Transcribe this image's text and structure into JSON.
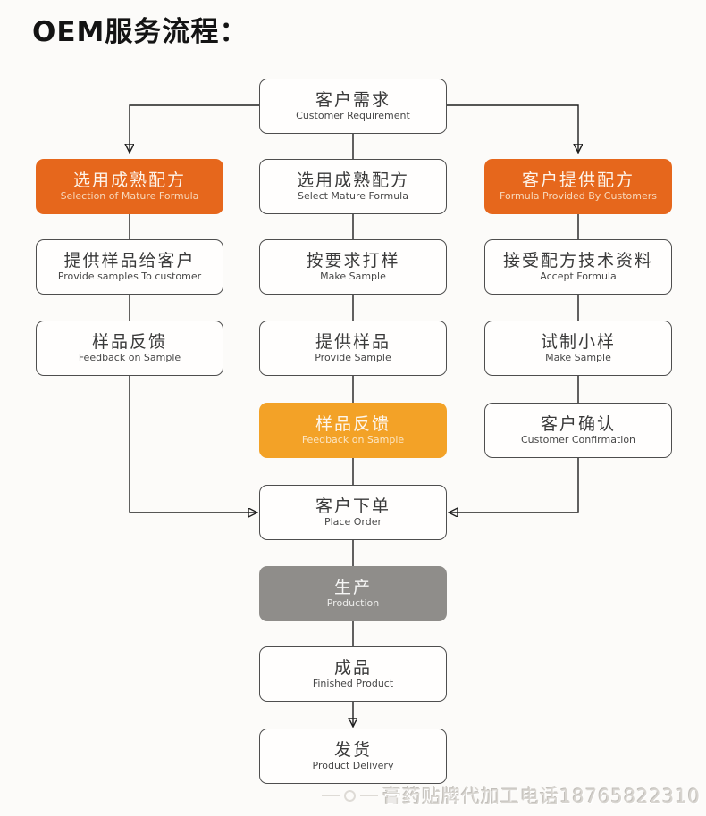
{
  "title": "OEM服务流程：",
  "watermark": "膏药贴牌代加工电话18765822310",
  "colors": {
    "box_orange": "#e6671c",
    "box_gold": "#f3a227",
    "box_gray": "#8f8d8a",
    "line": "#1f1f1f"
  },
  "nodes": {
    "customer_requirement": {
      "zh": "客户需求",
      "en": "Customer Requirement"
    },
    "select_mature_formula_left": {
      "zh": "选用成熟配方",
      "en": "Selection of Mature Formula"
    },
    "select_mature_formula_mid": {
      "zh": "选用成熟配方",
      "en": "Select Mature Formula"
    },
    "formula_by_customer": {
      "zh": "客户提供配方",
      "en": "Formula Provided By Customers"
    },
    "provide_samples_to_customer": {
      "zh": "提供样品给客户",
      "en": "Provide samples To customer"
    },
    "make_sample_mid": {
      "zh": "按要求打样",
      "en": "Make Sample"
    },
    "accept_formula": {
      "zh": "接受配方技术资料",
      "en": "Accept Formula"
    },
    "feedback_left": {
      "zh": "样品反馈",
      "en": "Feedback on Sample"
    },
    "provide_sample": {
      "zh": "提供样品",
      "en": "Provide Sample"
    },
    "make_small_sample": {
      "zh": "试制小样",
      "en": "Make Sample"
    },
    "feedback_mid": {
      "zh": "样品反馈",
      "en": "Feedback on Sample"
    },
    "customer_confirmation": {
      "zh": "客户确认",
      "en": "Customer Confirmation"
    },
    "place_order": {
      "zh": "客户下单",
      "en": "Place Order"
    },
    "production": {
      "zh": "生产",
      "en": "Production"
    },
    "finished_product": {
      "zh": "成品",
      "en": "Finished Product"
    },
    "product_delivery": {
      "zh": "发货",
      "en": "Product Delivery"
    }
  }
}
